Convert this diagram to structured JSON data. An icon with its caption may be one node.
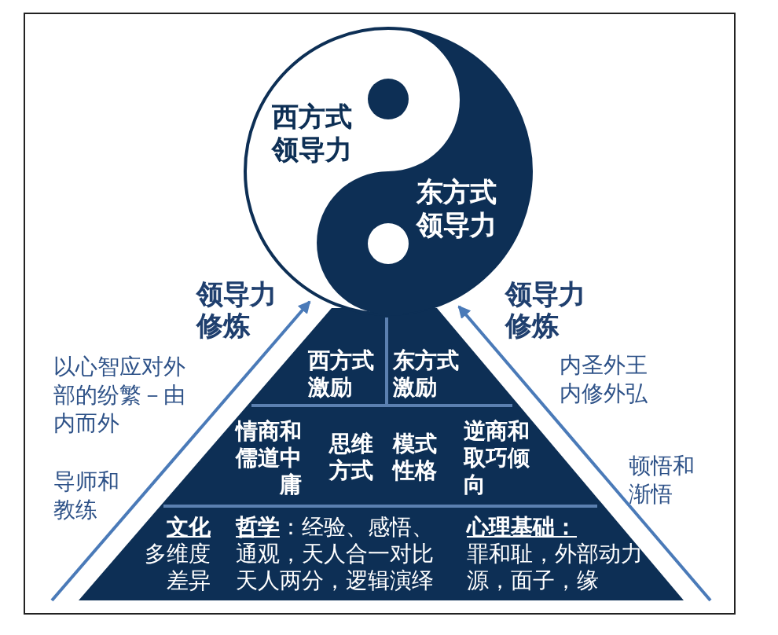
{
  "diagram": {
    "nodes": [
      {
        "text": [
          "西方式领导力",
          "东方式领导力"
        ]
      },
      {
        "text": [
          "领导力修炼"
        ]
      },
      {
        "text": [
          "领导力修炼"
        ]
      },
      {
        "text": [],
        "shape": "triangle"
      },
      {
        "text": [
          "西方式激励"
        ],
        "in": 3
      },
      {
        "text": [
          "东方式激励"
        ],
        "in": 3
      },
      {
        "text": [
          "情商和儒道中庸"
        ],
        "in": 3
      },
      {
        "text": [
          "思维方式"
        ],
        "in": 3
      },
      {
        "text": [
          "模式性格"
        ],
        "in": 3
      },
      {
        "text": [
          "逆商和取巧倾向"
        ],
        "in": 3
      },
      {
        "text": [
          "文化",
          "多维度差异"
        ],
        "in": 3
      },
      {
        "text": [
          "**哲学**：经验、感悟、通观，天人合一对比天人两分，逻辑演绎"
        ],
        "in": 3
      },
      {
        "text": [
          "心理基础：",
          "罪和耻，外部动力源，面子，缘"
        ],
        "in": 3
      }
    ],
    "edges": [
      {
        "from": null,
        "to": 1,
        "arrow": "to"
      },
      {
        "from": null,
        "to": 2,
        "arrow": "to"
      }
    ],
    "labels": [
      "以心智应对外部的纷繁－由内而外",
      "导师和教练",
      "内圣外王内修外弘",
      "顿悟和渐悟"
    ]
  }
}
